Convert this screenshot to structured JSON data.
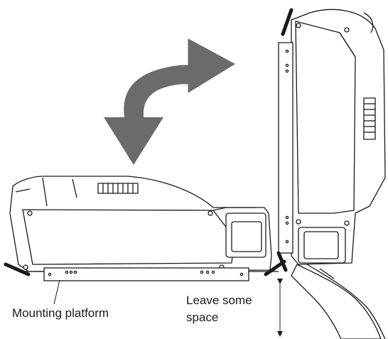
{
  "labels": {
    "mounting_platform": "Mounting platform",
    "leave_space_line1": "Leave some",
    "leave_space_line2": "space"
  },
  "colors": {
    "arrow": "#6b6b6b",
    "outline": "#1a1a1a",
    "fill": "#ffffff"
  },
  "icons": {
    "rotation": "curved-rotate-arrow-icon",
    "clearance": "double-headed-vertical-arrow-icon"
  }
}
